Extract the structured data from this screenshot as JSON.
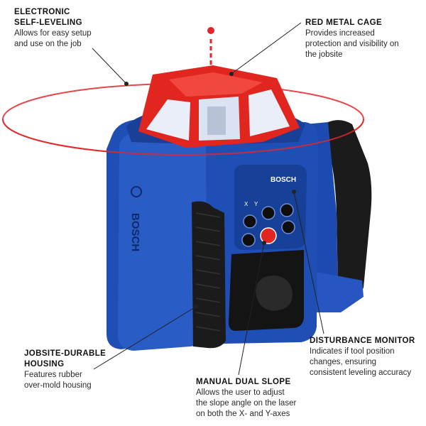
{
  "callouts": {
    "self_leveling": {
      "title_l1": "ELECTRONIC",
      "title_l2": "SELF-LEVELING",
      "desc_l1": "Allows for easy setup",
      "desc_l2": "and use on the job"
    },
    "red_cage": {
      "title": "RED METAL CAGE",
      "desc_l1": "Provides increased",
      "desc_l2": "protection and visibility on",
      "desc_l3": "the jobsite"
    },
    "housing": {
      "title_l1": "JOBSITE-DURABLE",
      "title_l2": "HOUSING",
      "desc_l1": "Features rubber",
      "desc_l2": "over-mold housing"
    },
    "dual_slope": {
      "title": "MANUAL DUAL SLOPE",
      "desc_l1": "Allows the user to adjust",
      "desc_l2": "the slope angle on the laser",
      "desc_l3": "on both the X- and Y-axes"
    },
    "disturbance": {
      "title": "DISTURBANCE MONITOR",
      "desc_l1": "Indicates if tool position",
      "desc_l2": "changes, ensuring",
      "desc_l3": "consistent leveling accuracy"
    }
  },
  "device": {
    "brand_panel": "BOSCH",
    "brand_side": "BOSCH",
    "axis_x": "X",
    "axis_y": "Y"
  },
  "colors": {
    "housing_blue": "#1f4fb5",
    "cage_red": "#e0261e",
    "rubber_black": "#1b1b1b",
    "laser_red": "#e2262a"
  }
}
